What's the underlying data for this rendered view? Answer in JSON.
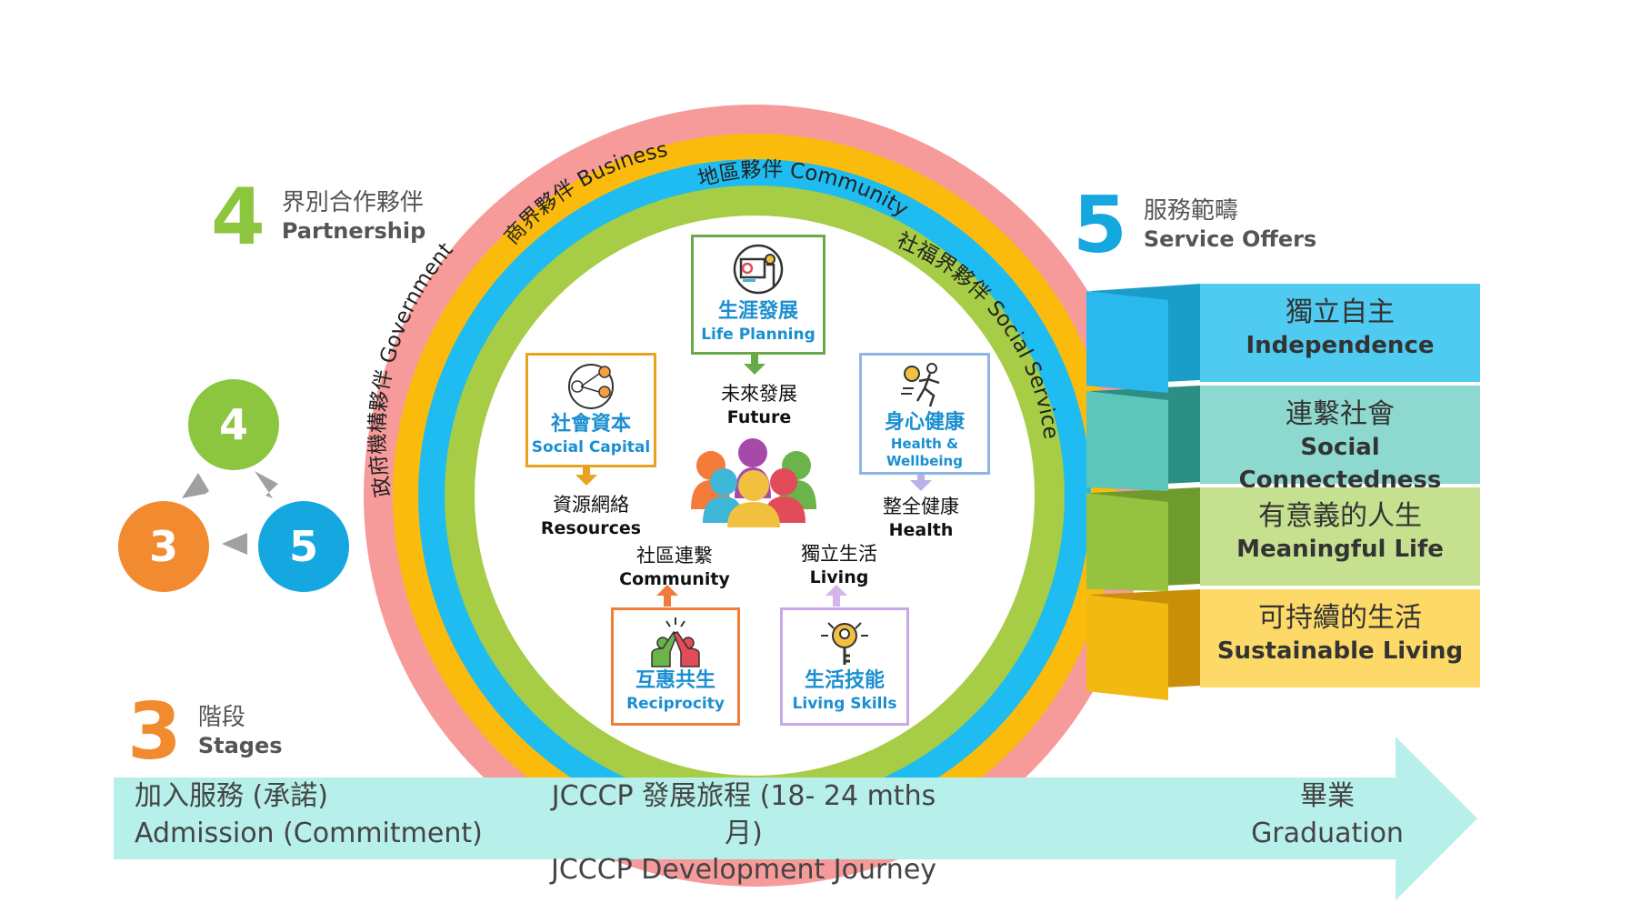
{
  "partnership": {
    "num": "4",
    "zh": "界別合作夥伴",
    "en": "Partnership"
  },
  "service_offers": {
    "num": "5",
    "zh": "服務範疇",
    "en": "Service Offers"
  },
  "stages": {
    "num": "3",
    "zh": "階段",
    "en": "Stages"
  },
  "cycle": [
    "4",
    "3",
    "5"
  ],
  "rings": {
    "government": "政府機構夥伴 Government",
    "business": "商界夥伴 Business",
    "community": "地區夥伴 Community",
    "social_service": "社福界夥伴 Social Service"
  },
  "boxes": {
    "life_planning": {
      "zh": "生涯發展",
      "en": "Life Planning"
    },
    "social_capital": {
      "zh": "社會資本",
      "en": "Social Capital"
    },
    "health_wellbeing": {
      "zh": "身心健康",
      "en1": "Health &",
      "en2": "Wellbeing"
    },
    "reciprocity": {
      "zh": "互惠共生",
      "en": "Reciprocity"
    },
    "living_skills": {
      "zh": "生活技能",
      "en": "Living Skills"
    }
  },
  "labels": {
    "future": {
      "zh": "未來發展",
      "en": "Future"
    },
    "resources": {
      "zh": "資源網絡",
      "en": "Resources"
    },
    "health": {
      "zh": "整全健康",
      "en": "Health"
    },
    "community": {
      "zh": "社區連繫",
      "en": "Community"
    },
    "living": {
      "zh": "獨立生活",
      "en": "Living"
    }
  },
  "offers": [
    {
      "zh": "獨立自主",
      "en": "Independence"
    },
    {
      "zh": "連繫社會",
      "en": "Social Connectedness"
    },
    {
      "zh": "有意義的人生",
      "en": "Meaningful Life"
    },
    {
      "zh": "可持續的生活",
      "en": "Sustainable Living"
    }
  ],
  "journey": {
    "admission_zh": "加入服務 (承諾)",
    "admission_en": "Admission (Commitment)",
    "journey_zh": "JCCCP 發展旅程 (18- 24 mths 月)",
    "journey_en": "JCCCP Development Journey",
    "graduation_zh": "畢業",
    "graduation_en": "Graduation"
  },
  "colors": {
    "pink": "#f79a9a",
    "orange": "#fbbb0c",
    "blue": "#1ebcf0",
    "green": "#a6cd45",
    "num_green": "#8cc63f",
    "num_blue": "#14a7e0",
    "num_orange": "#f28a30",
    "arrow": "#b7f0ea"
  }
}
